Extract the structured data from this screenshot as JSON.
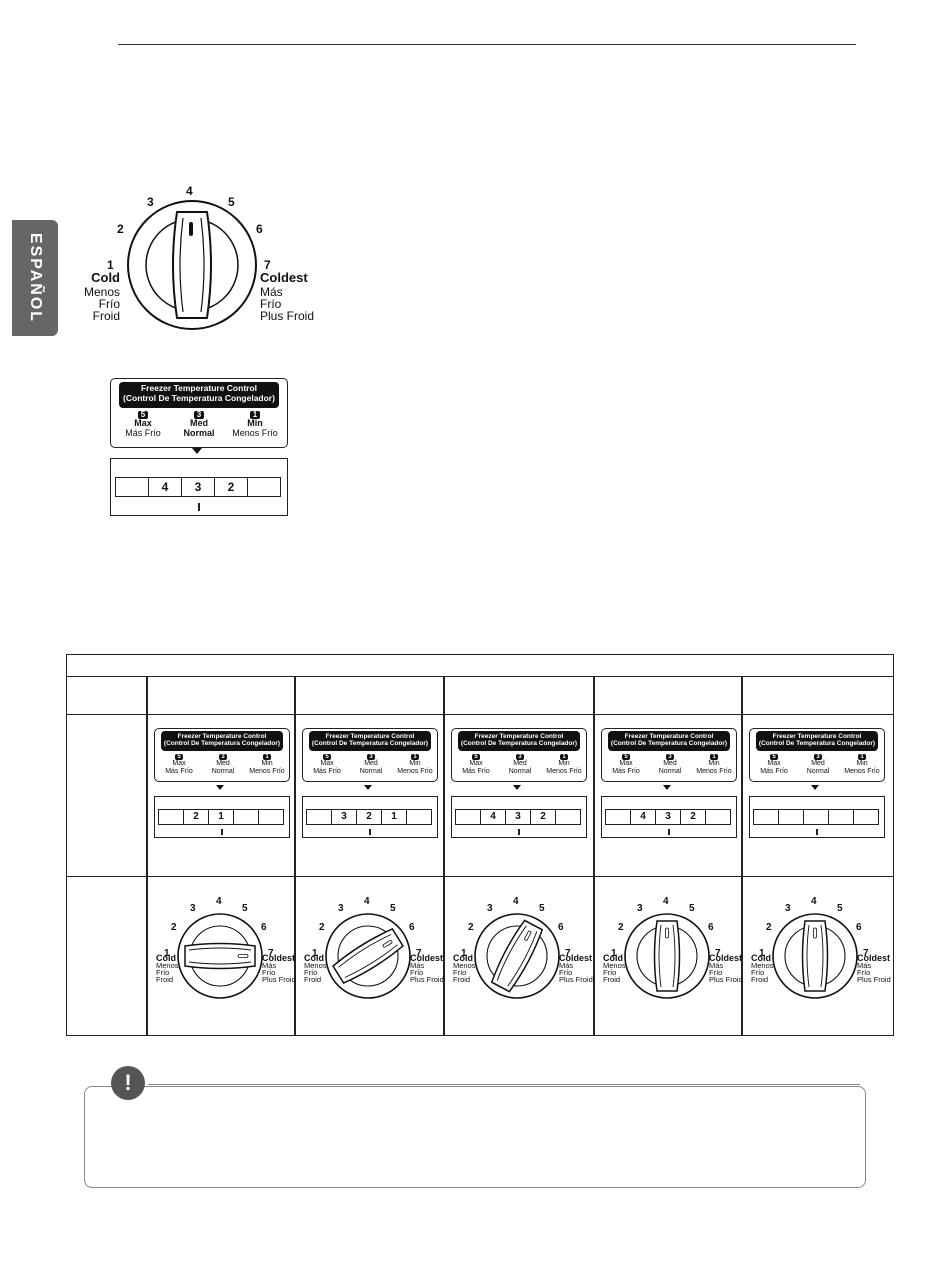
{
  "side_tab": "ESPAÑOL",
  "main_dial": {
    "numbers": [
      "1",
      "2",
      "3",
      "4",
      "5",
      "6",
      "7"
    ],
    "left_label": "Cold",
    "left_sub": [
      "Menos",
      "Frío",
      "Froid"
    ],
    "right_label": "Coldest",
    "right_sub": [
      "Más",
      "Frío",
      "Plus Froid"
    ]
  },
  "control_panel": {
    "header_line1": "Freezer Temperature Control",
    "header_line2": "(Control De Temperatura Congelador)",
    "levels": [
      {
        "code": "5",
        "label": "Max",
        "sub": "Más Frío"
      },
      {
        "code": "3",
        "label": "Med",
        "sub": "Normal"
      },
      {
        "code": "1",
        "label": "Min",
        "sub": "Menos Frío"
      }
    ]
  },
  "main_strip": [
    "",
    "4",
    "3",
    "2",
    ""
  ],
  "table_strips": [
    [
      "",
      "2",
      "1",
      "",
      ""
    ],
    [
      "",
      "3",
      "2",
      "1",
      ""
    ],
    [
      "",
      "4",
      "3",
      "2",
      ""
    ],
    [
      "",
      "4",
      "3",
      "2",
      ""
    ],
    [
      "",
      "",
      "",
      "",
      ""
    ]
  ],
  "table_dial_angles": [
    90,
    58,
    28,
    0,
    0
  ],
  "note_icon": "!"
}
